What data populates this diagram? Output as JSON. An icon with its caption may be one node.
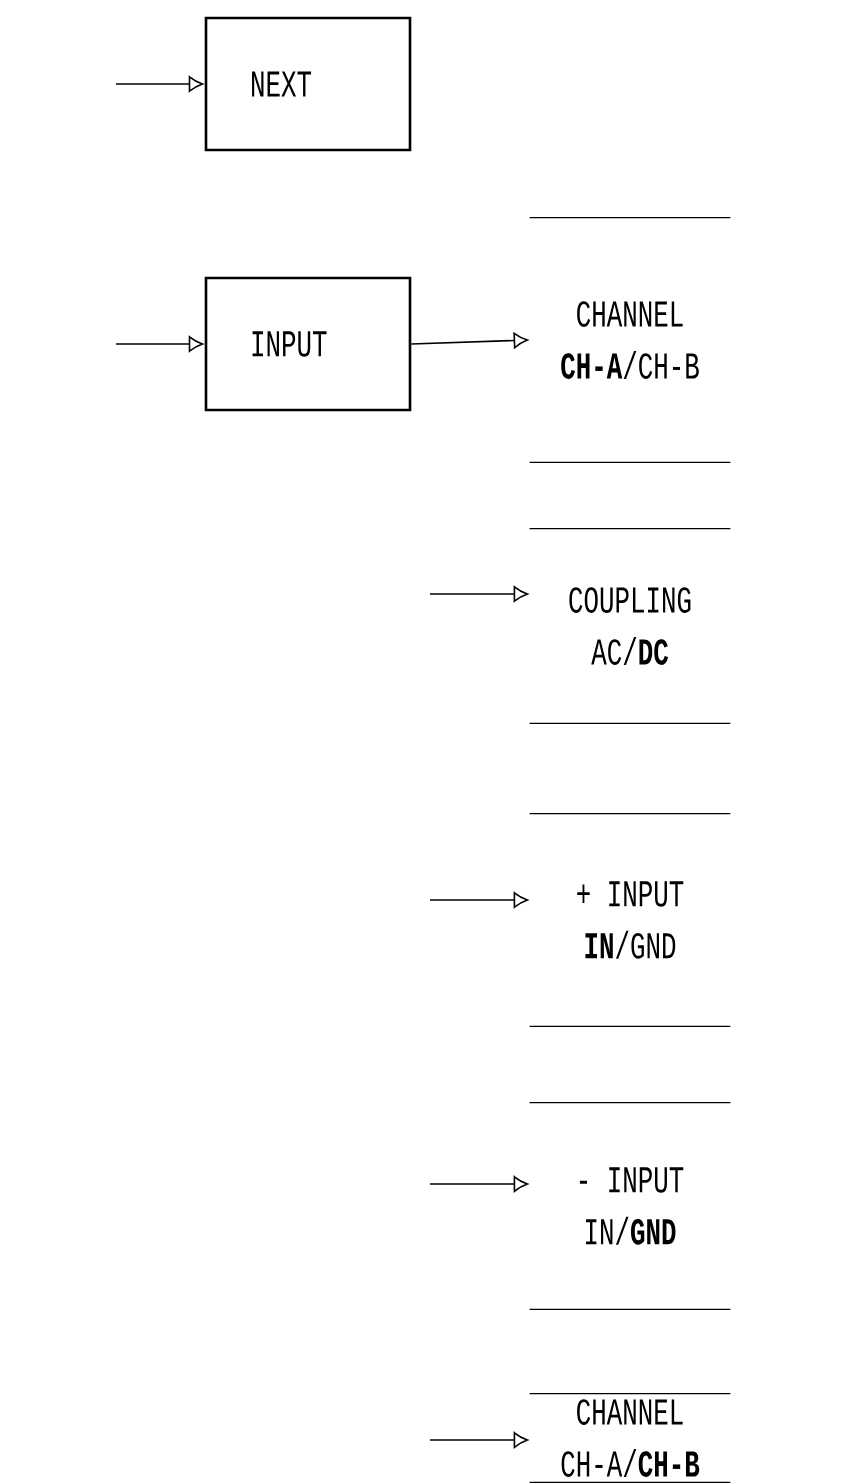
{
  "diagram": {
    "nodes": [
      {
        "text": [
          "NEXT"
        ]
      },
      {
        "text": [
          "INPUT"
        ]
      },
      {
        "text": [
          "CHANNEL",
          "**CH-A**/CH-B"
        ]
      },
      {
        "text": [
          "COUPLING",
          "AC/**DC**"
        ]
      },
      {
        "text": [
          "+ INPUT",
          "**IN**/GND"
        ]
      },
      {
        "text": [
          "- INPUT",
          "IN/**GND**"
        ]
      },
      {
        "text": [
          "CHANNEL",
          "CH-A/**CH-B**"
        ]
      }
    ],
    "edges": [
      {
        "from": null,
        "to": 0,
        "arrow": "to"
      },
      {
        "from": null,
        "to": 1,
        "arrow": "to"
      },
      {
        "from": 1,
        "to": 2,
        "arrow": "to"
      },
      {
        "from": null,
        "to": 3,
        "arrow": "to"
      },
      {
        "from": null,
        "to": 4,
        "arrow": "to"
      },
      {
        "from": null,
        "to": 5,
        "arrow": "to"
      },
      {
        "from": null,
        "to": 6,
        "arrow": "to"
      }
    ]
  }
}
